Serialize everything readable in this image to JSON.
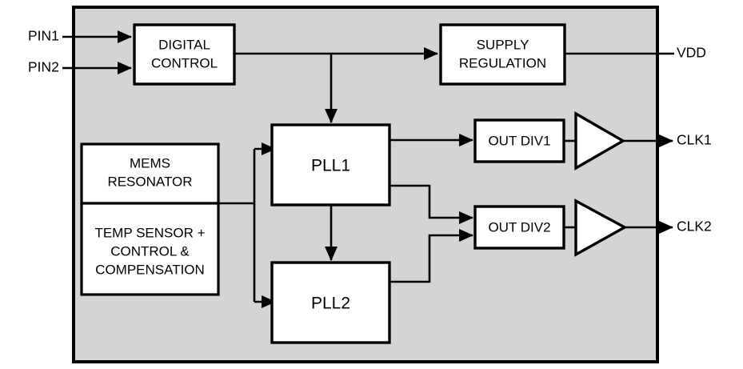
{
  "diagram": {
    "title": "MEMS oscillator block diagram",
    "colors": {
      "die_fill": "#d4d4d4",
      "block_fill": "#ffffff",
      "stroke": "#000000",
      "background": "#ffffff"
    },
    "die": {
      "label": "die-boundary"
    },
    "blocks": [
      {
        "id": "digital_control",
        "line1": "DIGITAL",
        "line2": "CONTROL"
      },
      {
        "id": "supply_regulation",
        "line1": "SUPPLY",
        "line2": "REGULATION"
      },
      {
        "id": "mems_resonator",
        "line1": "MEMS",
        "line2": "RESONATOR"
      },
      {
        "id": "temp_sensor",
        "line1": "TEMP SENSOR +",
        "line2": "CONTROL &",
        "line3": "COMPENSATION"
      },
      {
        "id": "pll1",
        "line1": "PLL1"
      },
      {
        "id": "pll2",
        "line1": "PLL2"
      },
      {
        "id": "out_div1",
        "line1": "OUT DIV1"
      },
      {
        "id": "out_div2",
        "line1": "OUT DIV2"
      }
    ],
    "pins": {
      "inputs": [
        {
          "id": "pin1",
          "label": "PIN1"
        },
        {
          "id": "pin2",
          "label": "PIN2"
        }
      ],
      "outputs": [
        {
          "id": "vdd",
          "label": "VDD"
        },
        {
          "id": "clk1",
          "label": "CLK1"
        },
        {
          "id": "clk2",
          "label": "CLK2"
        }
      ]
    },
    "buffers": [
      {
        "id": "buffer1",
        "name": "output-buffer-1"
      },
      {
        "id": "buffer2",
        "name": "output-buffer-2"
      }
    ]
  }
}
